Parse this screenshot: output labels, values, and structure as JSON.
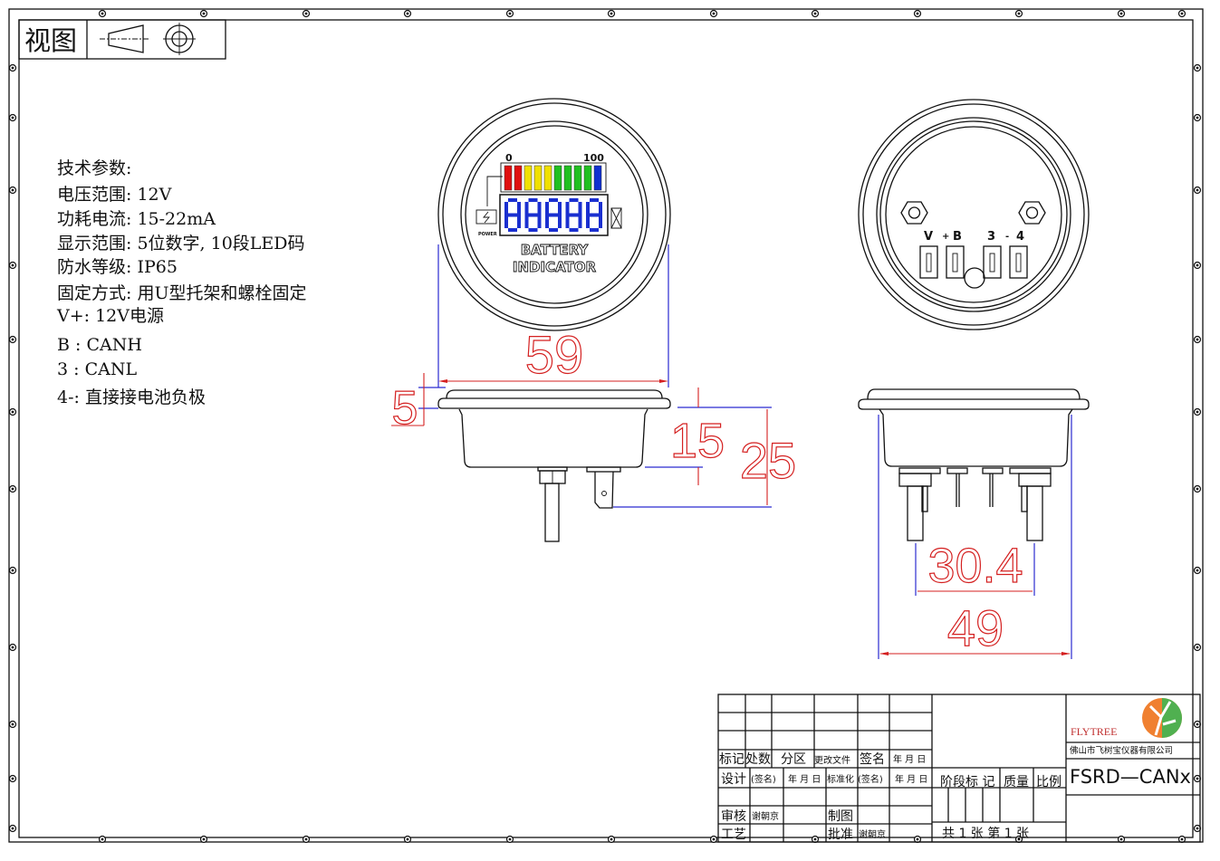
{
  "view_box": {
    "label": "视图"
  },
  "specs": {
    "title": "技术参数:",
    "lines": [
      "电压范围: 12V",
      "功耗电流: 15-22mA",
      "显示范围: 5位数字, 10段LED码",
      "防水等级: IP65",
      "固定方式: 用U型托架和螺栓固定",
      "V+: 12V电源",
      "B : CANH",
      "3 : CANL",
      "4-: 直接接电池负极"
    ]
  },
  "front_view": {
    "scale_min": "0",
    "scale_max": "100",
    "digits": "88888",
    "label_line1": "BATTERY",
    "label_line2": "INDICATOR",
    "power_label": "POWER",
    "bar_colors": [
      "#e01010",
      "#e01010",
      "#f0e000",
      "#f0e000",
      "#f0e000",
      "#20c020",
      "#20c020",
      "#20c020",
      "#20c020",
      "#1030d0"
    ]
  },
  "back_view": {
    "terminal_labels": [
      "V",
      "+",
      "B",
      "3",
      "-",
      "4"
    ]
  },
  "dimensions": {
    "diameter": "59",
    "flange": "5",
    "body_depth": "15",
    "total_depth": "25",
    "terminal_span": "30.4",
    "body_width": "49"
  },
  "title_block": {
    "logo_text": "FLYTREE",
    "company": "佛山市飞树宝仪器有限公司",
    "drawing_number": "FSRD—CANx",
    "header": [
      "标记",
      "处数",
      "分区",
      "更改文件",
      "签名",
      "年 月 日"
    ],
    "design_row": [
      "设计",
      "(签名)",
      "年 月 日",
      "标准化",
      "(签名)",
      "年 月 日"
    ],
    "review_label": "审核",
    "review_name": "谢朝京",
    "draw_label": "制图",
    "process_label": "工艺",
    "approve_label": "批准",
    "approve_name": "谢朝京",
    "stage_label": "阶段标 记",
    "mass_label": "质量",
    "scale_label": "比例",
    "sheets": "共 1 张   第 1 张"
  },
  "colors": {
    "dimension": "#d42020",
    "extension": "#2a2ad0"
  }
}
